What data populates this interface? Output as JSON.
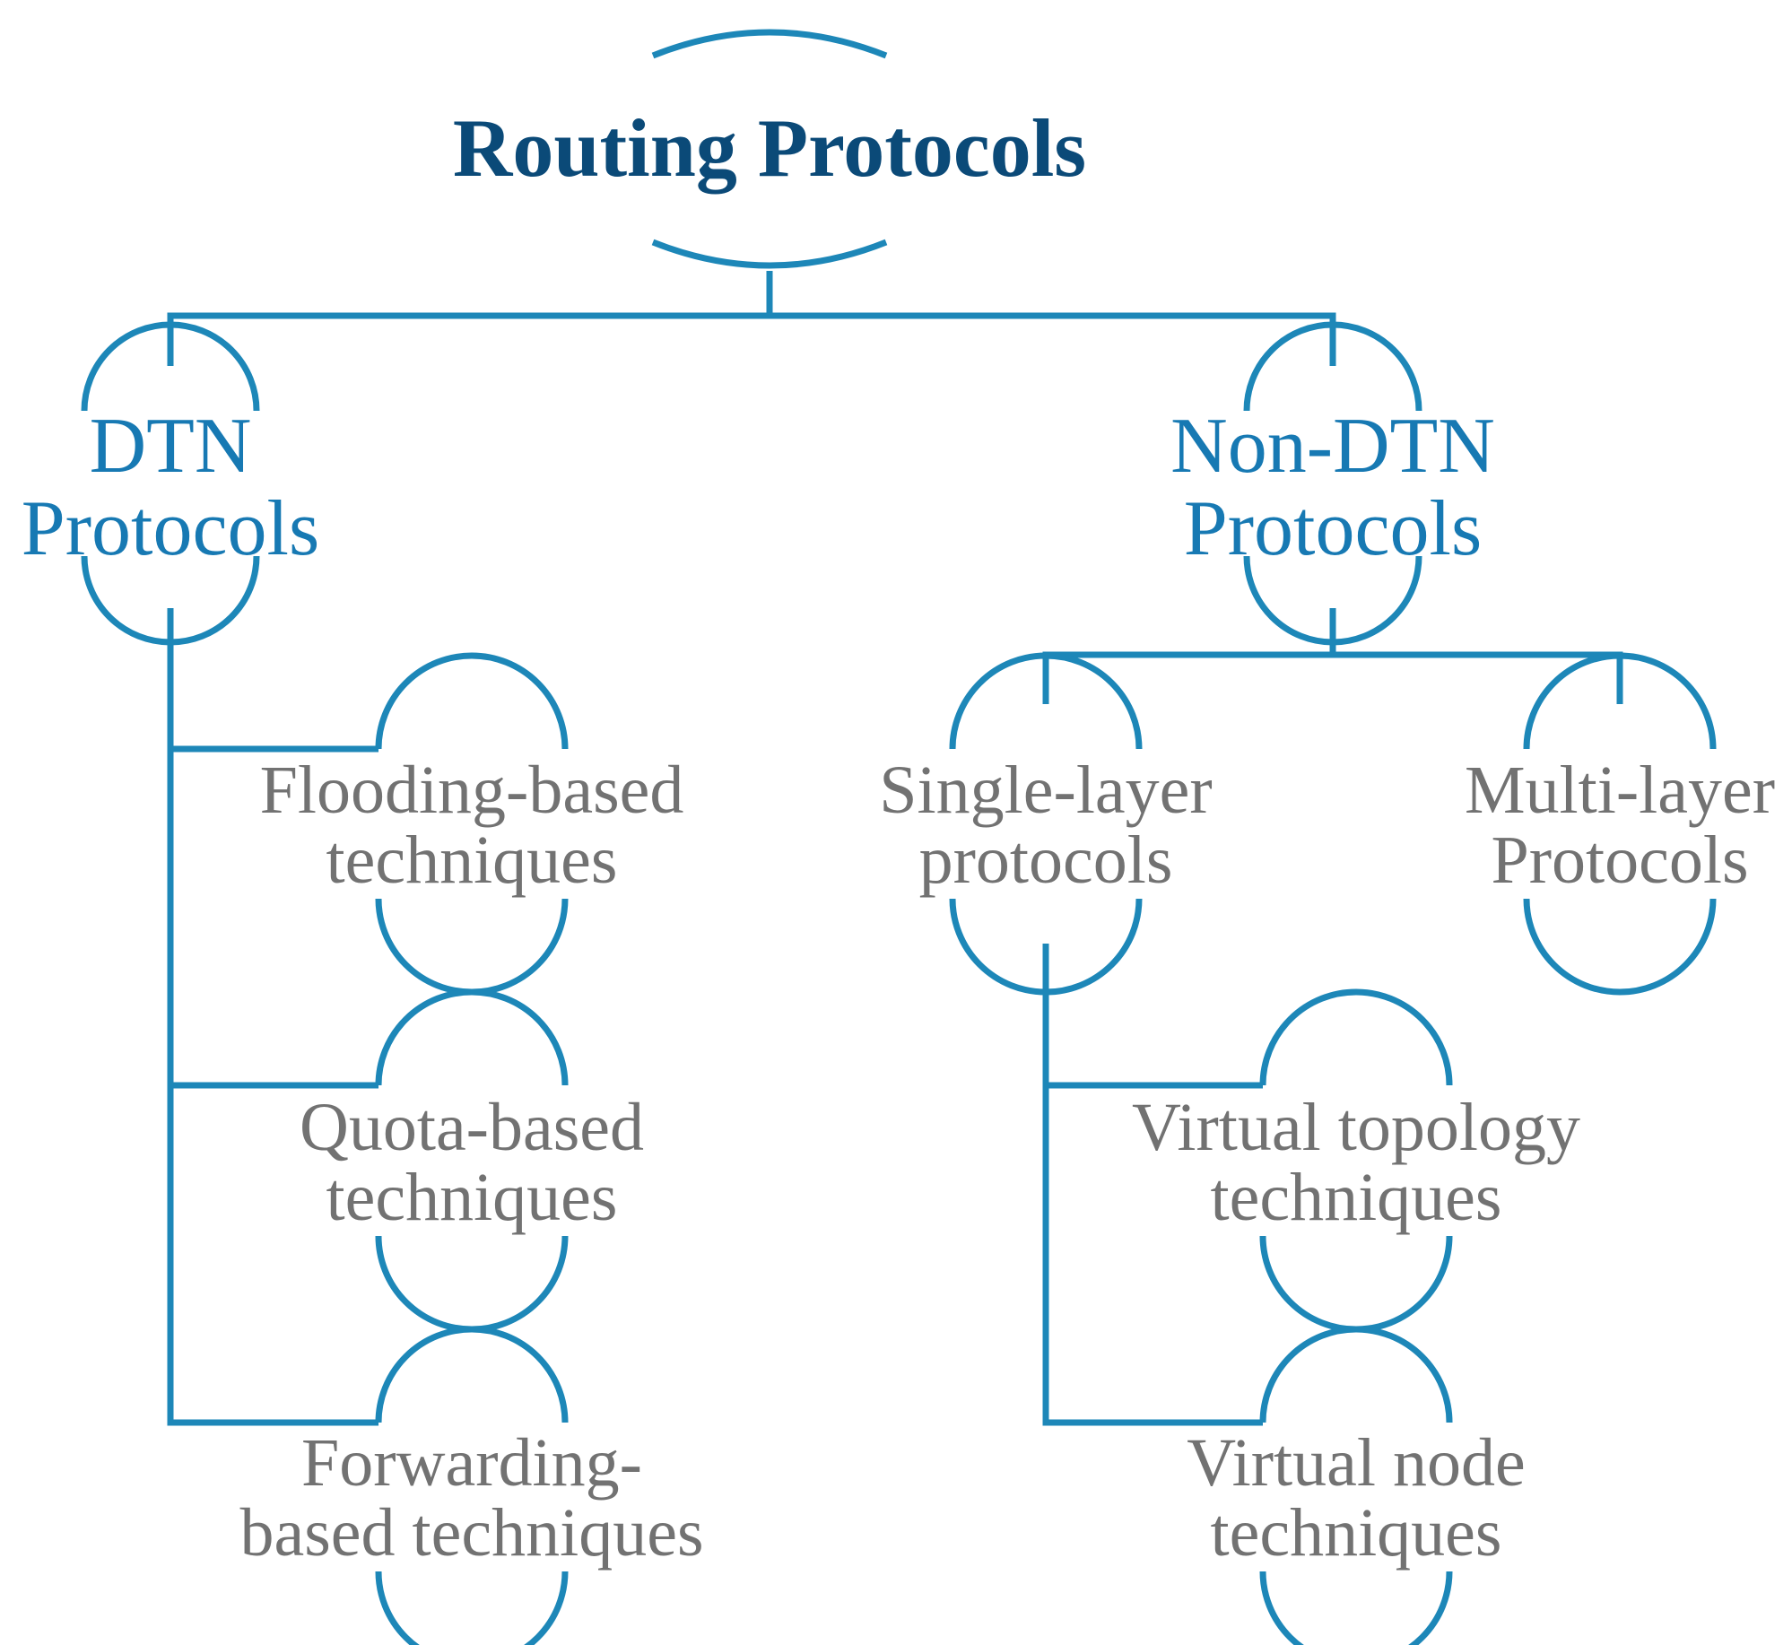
{
  "diagram": {
    "root": {
      "label": "Routing Protocols"
    },
    "dtn": {
      "line1": "DTN",
      "line2": "Protocols",
      "children": {
        "flooding": {
          "line1": "Flooding-based",
          "line2": "techniques"
        },
        "quota": {
          "line1": "Quota-based",
          "line2": "techniques"
        },
        "forwarding": {
          "line1": "Forwarding-",
          "line2": "based techniques"
        }
      }
    },
    "non_dtn": {
      "line1": "Non-DTN",
      "line2": "Protocols",
      "children": {
        "single_layer": {
          "line1": "Single-layer",
          "line2": "protocols",
          "children": {
            "virtual_topology": {
              "line1": "Virtual topology",
              "line2": "techniques"
            },
            "virtual_node": {
              "line1": "Virtual node",
              "line2": "techniques"
            }
          }
        },
        "multi_layer": {
          "line1": "Multi-layer",
          "line2": "Protocols"
        }
      }
    },
    "colors": {
      "connector": "#1d87b8",
      "root_text": "#0b4a78",
      "primary_text": "#1779b3",
      "leaf_text": "#727272",
      "background": "#ffffff"
    }
  }
}
